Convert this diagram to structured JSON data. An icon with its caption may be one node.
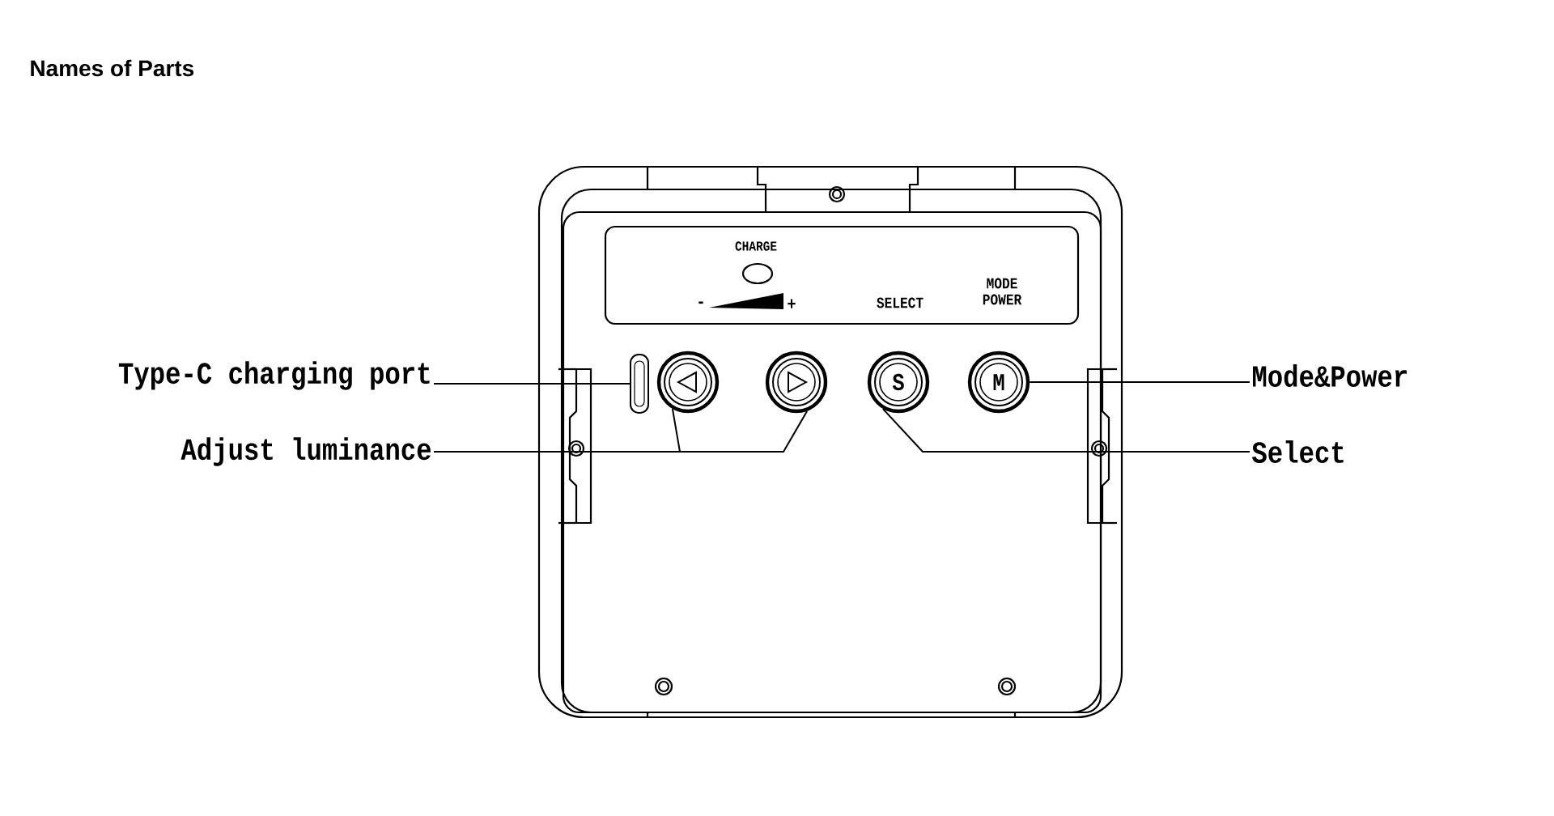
{
  "diagram": {
    "title": "Names of Parts",
    "nodes": [
      {
        "text": [
          "Type-C charging port"
        ]
      },
      {
        "text": [
          "Adjust luminance"
        ]
      },
      {
        "text": [
          "Mode&Power"
        ]
      },
      {
        "text": [
          "Select"
        ]
      },
      {
        "text": [],
        "shape": "box"
      },
      {
        "text": [],
        "shape": "circle"
      },
      {
        "text": [],
        "shape": "circle"
      },
      {
        "text": [
          "S"
        ]
      },
      {
        "text": [
          "M"
        ]
      }
    ],
    "edges": [
      {
        "from": 0,
        "to": 4,
        "arrow": "none"
      },
      {
        "from": 1,
        "to": 5,
        "arrow": "none"
      },
      {
        "from": 1,
        "to": 6,
        "arrow": "none"
      },
      {
        "from": 2,
        "to": 8,
        "arrow": "none"
      },
      {
        "from": 3,
        "to": 7,
        "arrow": "none"
      }
    ],
    "labels": [
      "CHARGE",
      "-",
      "+",
      "SELECT",
      "MODE POWER"
    ]
  }
}
